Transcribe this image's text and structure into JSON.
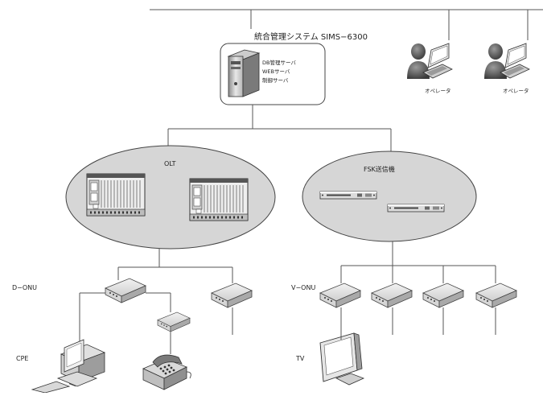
{
  "system": {
    "title": "統合管理システム SIMS−6300",
    "server_lines": [
      "DB管理サーバ",
      "WEBサーバ",
      "制御サーバ"
    ]
  },
  "operators": [
    "オペレータ",
    "オペレータ"
  ],
  "groups": {
    "olt_label": "OLT",
    "fsk_label": "FSK送信機"
  },
  "labels": {
    "d_onu": "D−ONU",
    "v_onu": "V−ONU",
    "cpe": "CPE",
    "tv": "TV"
  },
  "icons": {
    "server": "server-tower-icon",
    "operator": "operator-laptop-icon",
    "olt": "olt-rack-icon",
    "fsk": "rack-unit-icon",
    "onu": "onu-box-icon",
    "pc": "desktop-pc-icon",
    "phone": "telephone-icon",
    "tv": "tv-monitor-icon"
  }
}
